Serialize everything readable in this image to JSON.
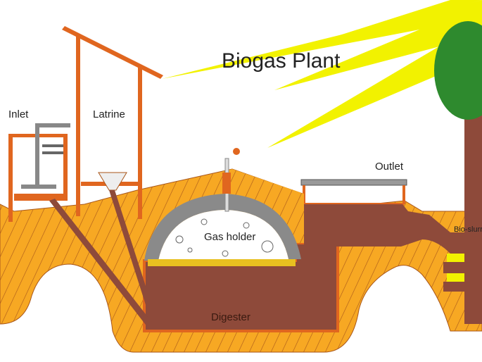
{
  "title": "Biogas Plant",
  "labels": {
    "inlet": "Inlet",
    "latrine": "Latrine",
    "outlet": "Outlet",
    "gas_holder": "Gas holder",
    "digester": "Digester",
    "bio_slurry": "Bio-slurr"
  },
  "colors": {
    "soil": "#f7a823",
    "soil_line": "#a8561a",
    "slurry": "#8e4a3a",
    "structure": "#e0661f",
    "gas_holder_shell": "#8a8a8a",
    "sun_rays": "#f2f200",
    "tree_canopy": "#2e8a2e",
    "tree_trunk": "#8e4a3a"
  }
}
